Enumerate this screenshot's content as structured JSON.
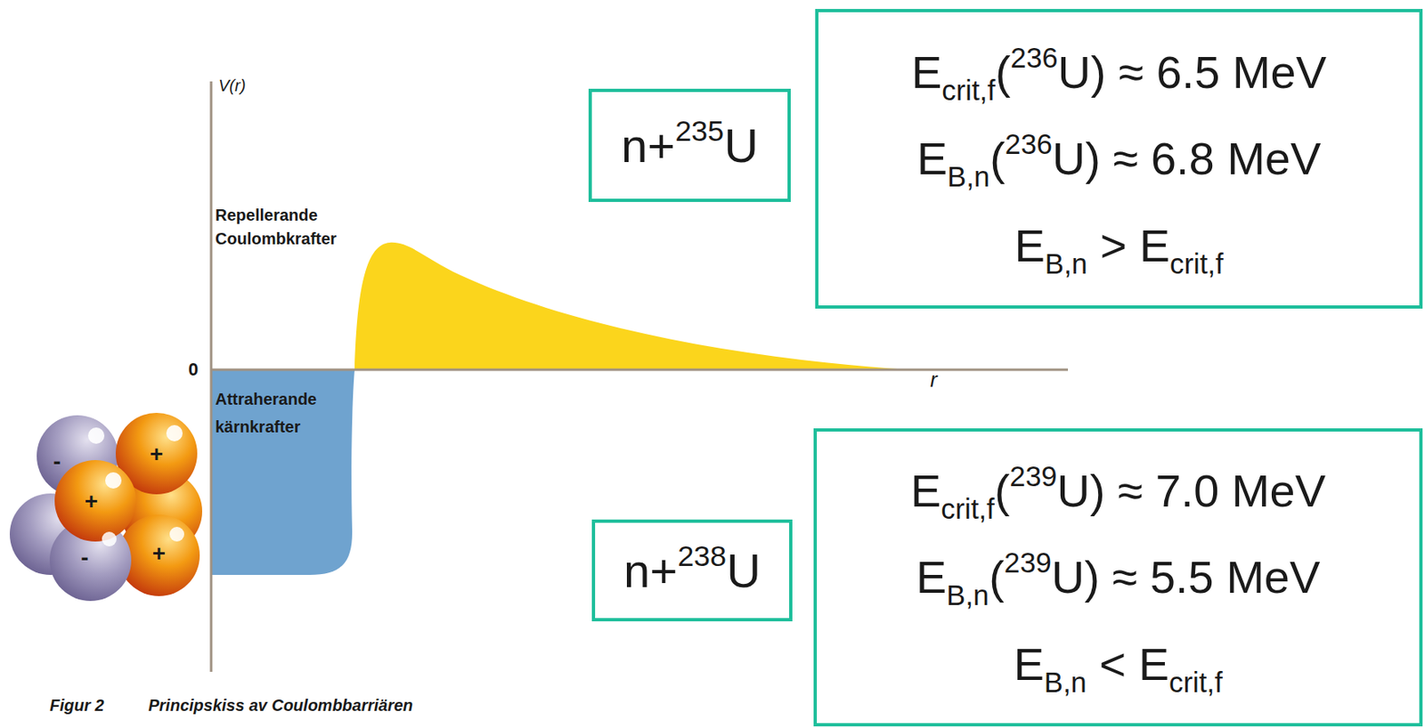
{
  "diagram": {
    "nodes": [
      {
        "text": [
          "n+235U"
        ]
      },
      {
        "text": [
          "Ecrit,f(236U) ≈ 6.5 MeV",
          "EB,n(236U) ≈ 6.8 MeV",
          "EB,n > Ecrit,f"
        ]
      },
      {
        "text": [
          "n+238U"
        ]
      },
      {
        "text": [
          "Ecrit,f(239U) ≈ 7.0 MeV",
          "EB,n(239U) ≈ 5.5 MeV",
          "EB,n < Ecrit,f"
        ]
      }
    ],
    "labels": [
      "V(r)",
      "Repellerande Coulombkrafter",
      "0",
      "Attraherande kärnkrafter",
      "r",
      "-",
      "+",
      "+",
      "-",
      "+",
      "Figur 2",
      "Principskiss av Coulombbarriären"
    ]
  }
}
